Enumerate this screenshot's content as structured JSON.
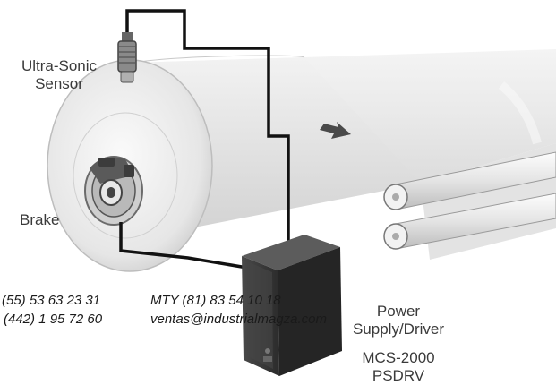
{
  "labels": {
    "sensor_line1": "Ultra-Sonic",
    "sensor_line2": "Sensor",
    "brake": "Brake",
    "power_line1": "Power",
    "power_line2": "Supply/Driver",
    "model_line1": "MCS-2000",
    "model_line2": "PSDRV"
  },
  "contact": {
    "phone1": "(55) 53 63 23 31",
    "phone2": "(442) 1 95 72 60",
    "phone3": "MTY (81) 83 54 10 18",
    "email": "ventas@industrialmagza.com"
  },
  "icons": {
    "direction": "arrow-right-icon"
  },
  "colors": {
    "wire": "#111111",
    "roll": "#e4e4e4",
    "driver_box": "#3a3a3a"
  }
}
